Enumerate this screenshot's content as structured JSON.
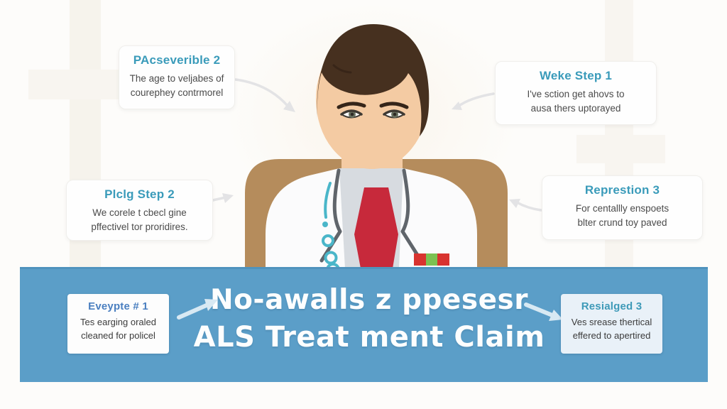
{
  "meta": {
    "kind": "infographic-diagram",
    "subject": "doctor-figure-with-step-callouts"
  },
  "callouts": [
    {
      "title": "PAcseverible 2",
      "lines": [
        "The age to veljabes of",
        "courephey contrmorel"
      ]
    },
    {
      "title": "Weke Step 1",
      "lines": [
        "I've sction get ahovs to",
        "ausa thers uptorayed"
      ]
    },
    {
      "title": "Plclg Step 2",
      "lines": [
        "We corele t cbecl gine",
        "pffectivel tor proridires."
      ]
    },
    {
      "title": "Represtion 3",
      "lines": [
        "For centallly enspoets",
        "blter crund toy paved"
      ]
    }
  ],
  "banner": {
    "headline_line1": "No-awalls z ppesesr",
    "headline_line2": "ALS Treat ment Claim",
    "boxes": [
      {
        "title": "Eveypte # 1",
        "lines": [
          "Tes earging oraled",
          "cleaned for policel"
        ]
      },
      {
        "title": "Resialged 3",
        "lines": [
          "Ves srease thertical",
          "effered to apertired"
        ]
      }
    ]
  },
  "colors": {
    "banner_bg": "#5b9ec8",
    "banner_edge": "#4f93bd",
    "callout_title": "#3a9bba",
    "banner_box1_title": "#4a7fc0",
    "banner_box2_title": "#3e9ab8",
    "chair": "#b58c5c",
    "coat": "#fbfbfc",
    "shirt": "#d7dbe0",
    "tie": "#c7293b",
    "skin": "#f4cba3",
    "hair": "#46301f",
    "lanyard": "#4ab6c9",
    "badge_red": "#d8332f",
    "badge_green": "#7cc152",
    "connector_arrow": "#e3e3e5",
    "banner_arrow": "#d8e9f3"
  },
  "icons": {
    "connector_arrows": "light gray curved arrows pointing at doctor",
    "banner_arrows": "light blue flow arrows between steps"
  }
}
